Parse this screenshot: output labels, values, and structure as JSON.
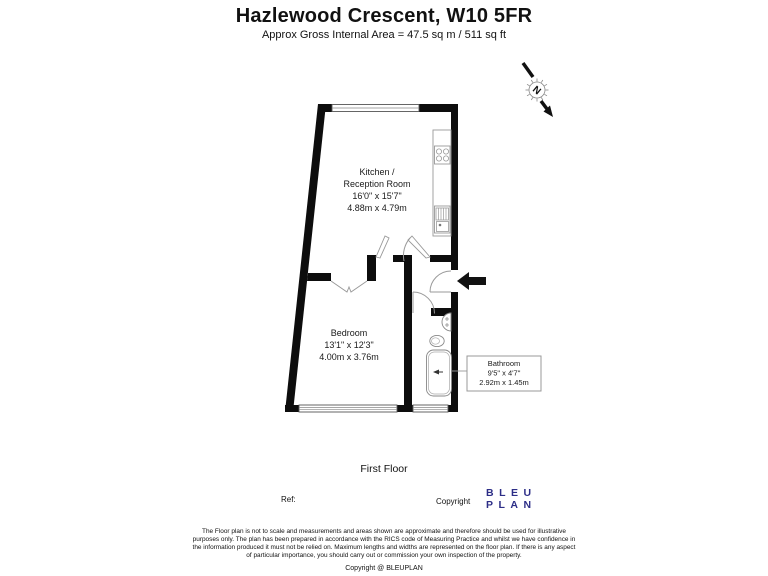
{
  "header": {
    "title": "Hazlewood Crescent, W10 5FR",
    "subtitle": "Approx Gross Internal Area = 47.5 sq m / 511 sq ft"
  },
  "compass": {
    "label": "N"
  },
  "rooms": {
    "kitchen": {
      "name_line1": "Kitchen /",
      "name_line2": "Reception Room",
      "dims_imperial": "16'0\" x 15'7\"",
      "dims_metric": "4.88m x 4.79m"
    },
    "bedroom": {
      "name": "Bedroom",
      "dims_imperial": "13'1\" x 12'3\"",
      "dims_metric": "4.00m x 3.76m"
    },
    "bathroom": {
      "name": "Bathroom",
      "dims_imperial": "9'5\" x 4'7\"",
      "dims_metric": "2.92m x 1.45m"
    }
  },
  "floor_label": "First Floor",
  "footer": {
    "ref_label": "Ref:",
    "copyright_label": "Copyright",
    "logo_line1": "BLEU",
    "logo_line2": "PLAN",
    "logo_color": "#2d2e87",
    "disclaimer_lines": [
      "The Floor plan is not to scale and measurements and areas shown are approximate and therefore should be used for illustrative",
      "purposes only. The plan has been prepared in accordance with the RICS code of Measuring Practice and whilst we have confidence in",
      "the information produced it must not be relied on. Maximum lengths and widths are represented on the floor plan. If there is any aspect",
      "of particular importance, you should carry out or commission your own inspection of the property."
    ],
    "bottom_copyright": "Copyright @ BLEUPLAN"
  }
}
